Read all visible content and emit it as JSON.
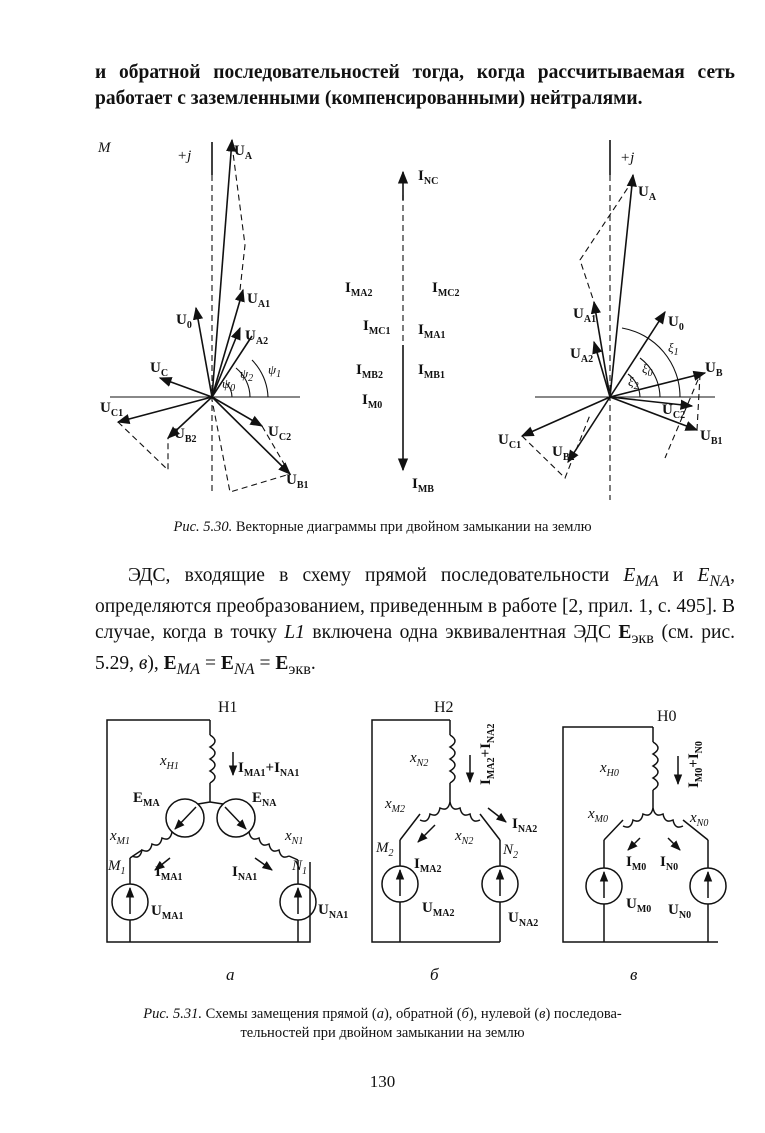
{
  "text": {
    "para1": "и обратной последовательностей тогда, когда рассчитываемая сеть работает с заземленными (компенсированными) нейтралями.",
    "para2_a": "ЭДС, входящие в схему прямой последовательности ",
    "para2_b": " и ",
    "para2_c": ", определяются преобразованием, приведенным в работе [2, прил. 1, с. 495]. В случае, когда в точку ",
    "para2_d": " включена одна эквивалентная ЭДС ",
    "para2_e": " (см. рис. 5.29, ",
    "para2_f": "), ",
    "EMA": "E",
    "MA": "MA",
    "ENA": "E",
    "NA": "NA",
    "L1": "L1",
    "Eekv": "E",
    "ekv": "экв",
    "v": "в",
    "eq_tail": "E",
    "fig530_num": "Рис. 5.30.",
    "fig530_text": " Векторные диаграммы при двойном замыкании на землю",
    "fig531_num": "Рис. 5.31.",
    "fig531_a": " Схемы замещения прямой (",
    "fig531_b": "), обратной (",
    "fig531_c": "), нулевой (",
    "fig531_d": ") последова-",
    "fig531_line2": "тельностей при двойном замыкании на землю",
    "let_a": "а",
    "let_b": "б",
    "let_v": "в",
    "page_number": "130"
  },
  "diagram_M": {
    "title": "M",
    "axis": "+j",
    "labels": {
      "UA": "U",
      "UA_s": "A",
      "UA1": "U",
      "UA1_s": "A1",
      "UA2": "U",
      "UA2_s": "A2",
      "U0": "U",
      "U0_s": "0",
      "UC": "U",
      "UC_s": "C",
      "UC1": "U",
      "UC1_s": "C1",
      "UB2": "U",
      "UB2_s": "B2",
      "UC2": "U",
      "UC2_s": "C2",
      "UB1": "U",
      "UB1_s": "B1",
      "psi1": "ψ",
      "psi1_s": "1",
      "psi2": "ψ",
      "psi2_s": "2",
      "psi0": "ψ",
      "psi0_s": "0"
    }
  },
  "diagram_N_currents": {
    "title": "N",
    "INC": "I",
    "INC_s": "NC",
    "IMA2": "I",
    "IMA2_s": "MA2",
    "IMC2": "I",
    "IMC2_s": "MC2",
    "IMC1": "I",
    "IMC1_s": "MC1",
    "IMA1": "I",
    "IMA1_s": "MA1",
    "IMB2": "I",
    "IMB2_s": "MB2",
    "IMB1": "I",
    "IMB1_s": "MB1",
    "IM0": "I",
    "IM0_s": "M0",
    "IMB": "I",
    "IMB_s": "MB"
  },
  "diagram_N": {
    "axis": "+j",
    "UA": "U",
    "UA_s": "A",
    "UA1": "U",
    "UA1_s": "A1",
    "U0": "U",
    "U0_s": "0",
    "UA2": "U",
    "UA2_s": "A2",
    "UB": "U",
    "UB_s": "B",
    "UC2": "U",
    "UC2_s": "C2",
    "UB1": "U",
    "UB1_s": "B1",
    "UC1": "U",
    "UC1_s": "C1",
    "UB2": "U",
    "UB2_s": "B2",
    "xi1": "ξ",
    "xi1_s": "1",
    "xi0": "ξ",
    "xi0_s": "0",
    "xi2": "ξ",
    "xi2_s": "2"
  },
  "circuit_a": {
    "H": "H1",
    "xH": "x",
    "xH_s": "H1",
    "I": "I",
    "I_s1": "MA1",
    "I_plus": "+I",
    "I_s2": "NA1",
    "EMA": "E",
    "EMA_s": "MA",
    "ENA": "E",
    "ENA_s": "NA",
    "xM": "x",
    "xM_s": "M1",
    "xN": "x",
    "xN_s": "N1",
    "M": "M",
    "M_s": "1",
    "N": "N",
    "N_s": "1",
    "IMA": "I",
    "IMA_s": "MA1",
    "INA": "I",
    "INA_s": "NA1",
    "UMA": "U",
    "UMA_s": "MA1",
    "UNA": "U",
    "UNA_s": "NA1"
  },
  "circuit_b": {
    "H": "H2",
    "xN2": "x",
    "xN2_s": "N2",
    "Irot": "I",
    "Irot_s1": "MA2",
    "Irot_plus": "+I",
    "Irot_s2": "NA2",
    "xM2": "x",
    "xM2_s": "M2",
    "xN2b": "x",
    "xN2b_s": "N2",
    "INA2": "I",
    "INA2_s": "NA2",
    "M": "M",
    "M_s": "2",
    "N": "N",
    "N_s": "2",
    "IMA2": "I",
    "IMA2_s": "MA2",
    "UMA2": "U",
    "UMA2_s": "MA2",
    "UNA2": "U",
    "UNA2_s": "NA2"
  },
  "circuit_v": {
    "H": "H0",
    "xH": "x",
    "xH_s": "H0",
    "Irot": "I",
    "Irot_s1": "M0",
    "Irot_plus": "+I",
    "Irot_s2": "N0",
    "xM0": "x",
    "xM0_s": "M0",
    "xN0": "x",
    "xN0_s": "N0",
    "IM0": "I",
    "IM0_s": "M0",
    "IN0": "I",
    "IN0_s": "N0",
    "UM0": "U",
    "UM0_s": "M0",
    "UN0": "U",
    "UN0_s": "N0"
  }
}
